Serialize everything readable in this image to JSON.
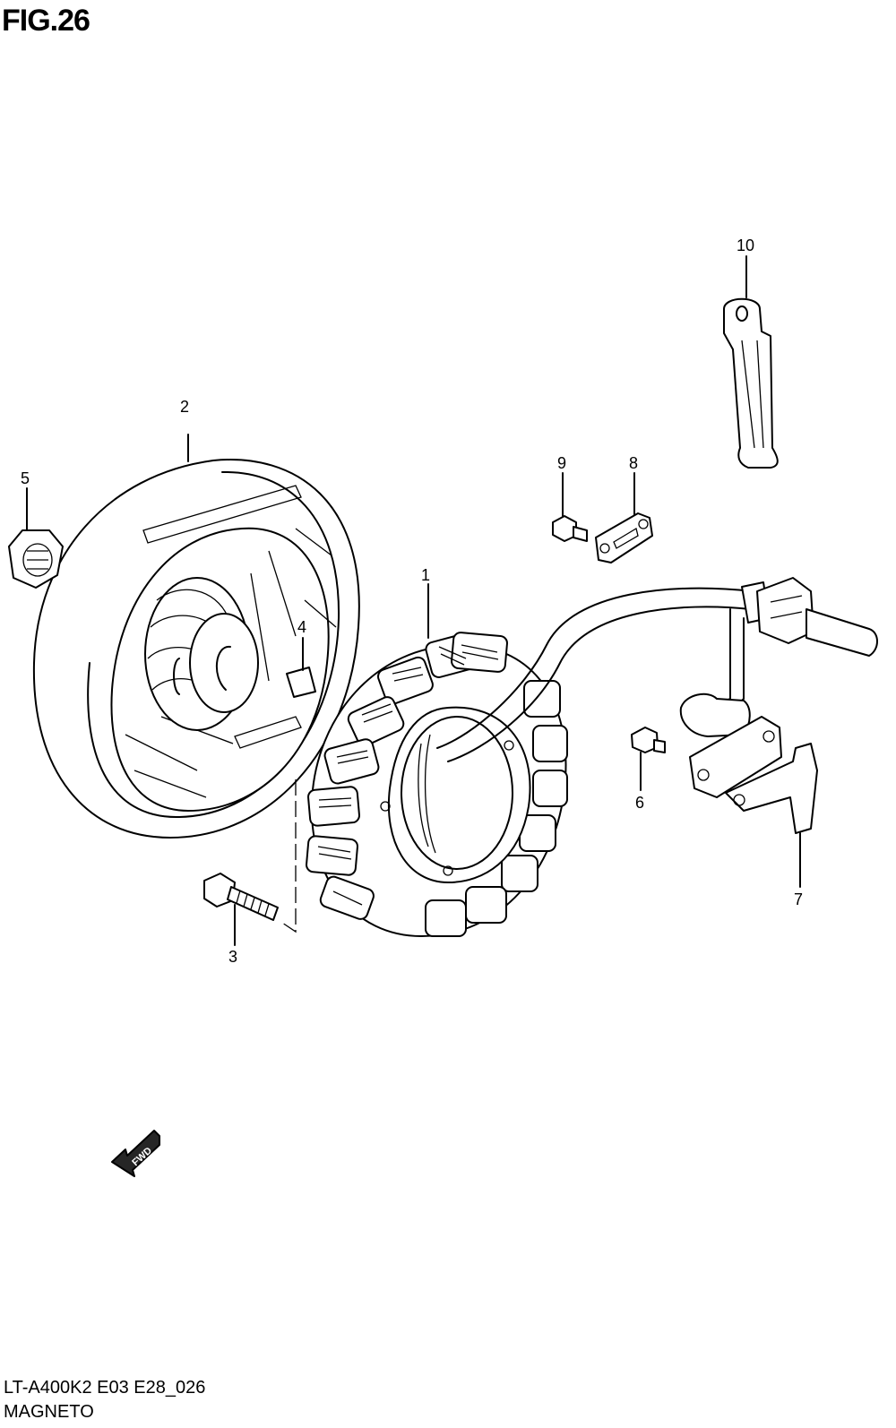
{
  "header": {
    "figure_title": "FIG.26"
  },
  "callouts": [
    "1",
    "2",
    "3",
    "4",
    "5",
    "6",
    "7",
    "8",
    "9",
    "10"
  ],
  "direction_arrow": {
    "label": "FWD",
    "icon": "forward-arrow-icon"
  },
  "footer": {
    "model_code": "LT-A400K2 E03 E28_026",
    "section_name": "MAGNETO"
  }
}
